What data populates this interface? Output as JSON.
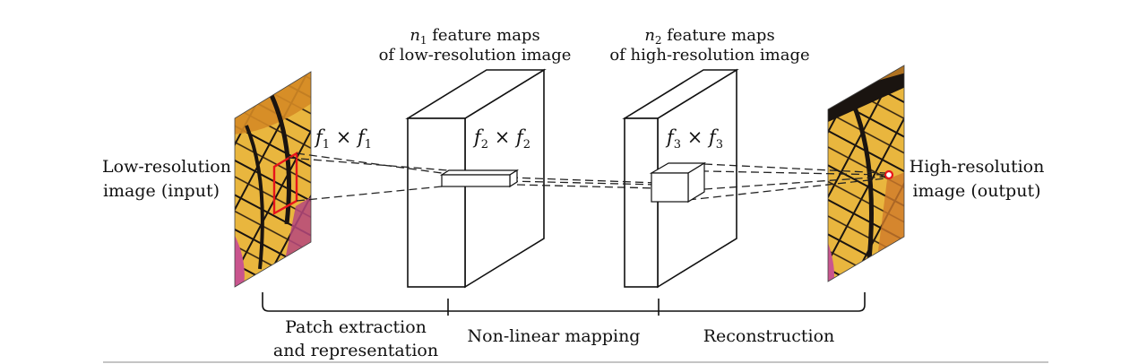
{
  "diagram": {
    "input_label": [
      "Low-resolution",
      "image (input)"
    ],
    "output_label": [
      "High-resolution",
      "image (output)"
    ],
    "layer1_heading": {
      "var": "n",
      "sub": "1",
      "line1_rest": " feature maps",
      "line2": "of low-resolution image"
    },
    "layer2_heading": {
      "var": "n",
      "sub": "2",
      "line1_rest": " feature maps",
      "line2": "of high-resolution image"
    },
    "filter1": {
      "a": "f",
      "a_sub": "1",
      "op": " × ",
      "b": "f",
      "b_sub": "1"
    },
    "filter2": {
      "a": "f",
      "a_sub": "2",
      "op": " × ",
      "b": "f",
      "b_sub": "2"
    },
    "filter3": {
      "a": "f",
      "a_sub": "3",
      "op": " × ",
      "b": "f",
      "b_sub": "3"
    },
    "stages": [
      {
        "lines": [
          "Patch extraction",
          "and representation"
        ]
      },
      {
        "lines": [
          "Non-linear mapping"
        ]
      },
      {
        "lines": [
          "Reconstruction"
        ]
      }
    ],
    "colors": {
      "line": "#111111",
      "patch_highlight": "#e8141b",
      "wing_orange": "#e7b23a",
      "wing_black": "#1a1410",
      "wing_edge": "#c97a22",
      "flower_pink": "#c9558e"
    }
  }
}
